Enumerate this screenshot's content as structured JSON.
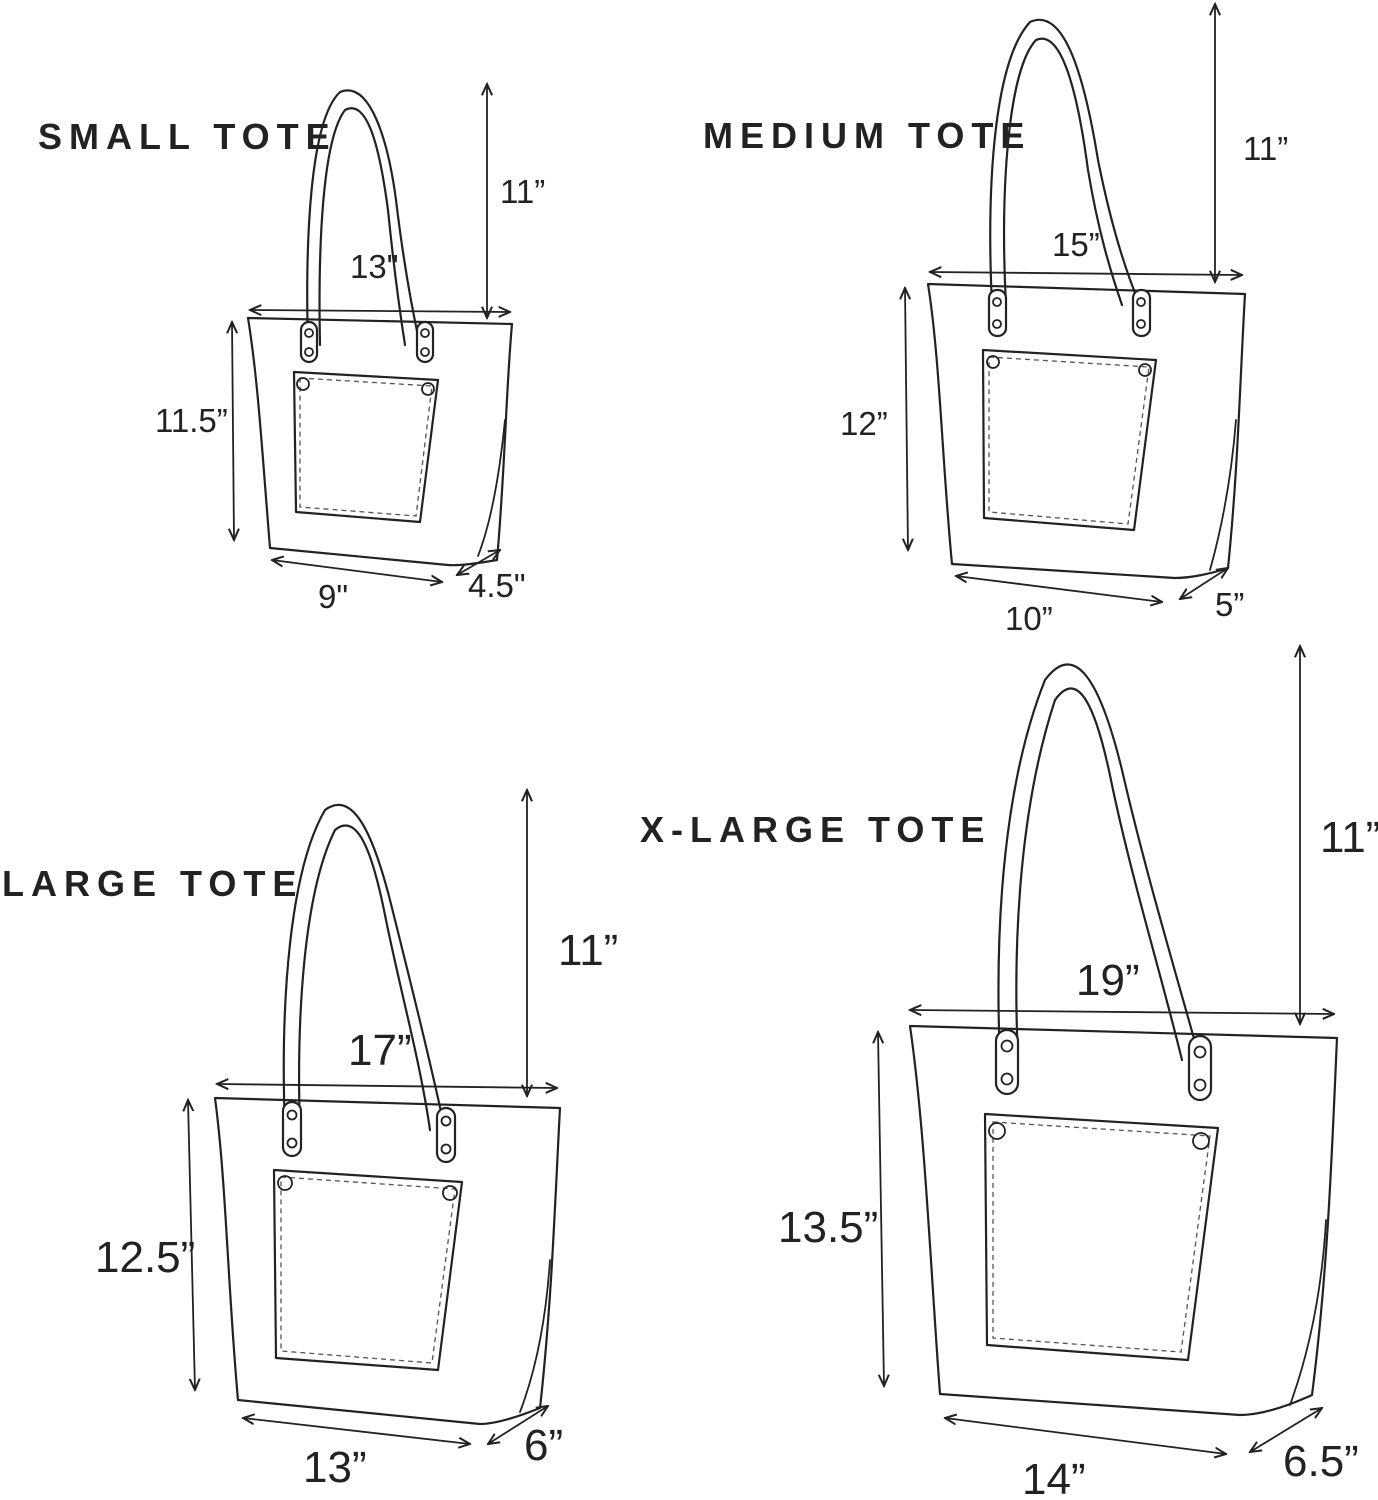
{
  "bags": [
    {
      "title": "SMALL TOTE",
      "dims": {
        "handle_drop": "11”",
        "top_width": "13\"",
        "height": "11.5”",
        "bottom_width": "9\"",
        "depth": "4.5\""
      }
    },
    {
      "title": "MEDIUM TOTE",
      "dims": {
        "handle_drop": "11”",
        "top_width": "15”",
        "height": "12”",
        "bottom_width": "10”",
        "depth": "5”"
      }
    },
    {
      "title": "LARGE TOTE",
      "dims": {
        "handle_drop": "11”",
        "top_width": "17”",
        "height": "12.5”",
        "bottom_width": "13”",
        "depth": "6”"
      }
    },
    {
      "title": "X-LARGE TOTE",
      "dims": {
        "handle_drop": "11”",
        "top_width": "19”",
        "height": "13.5”",
        "bottom_width": "14”",
        "depth": "6.5”"
      }
    }
  ],
  "colors": {
    "line": "#222222",
    "background": "#ffffff"
  }
}
